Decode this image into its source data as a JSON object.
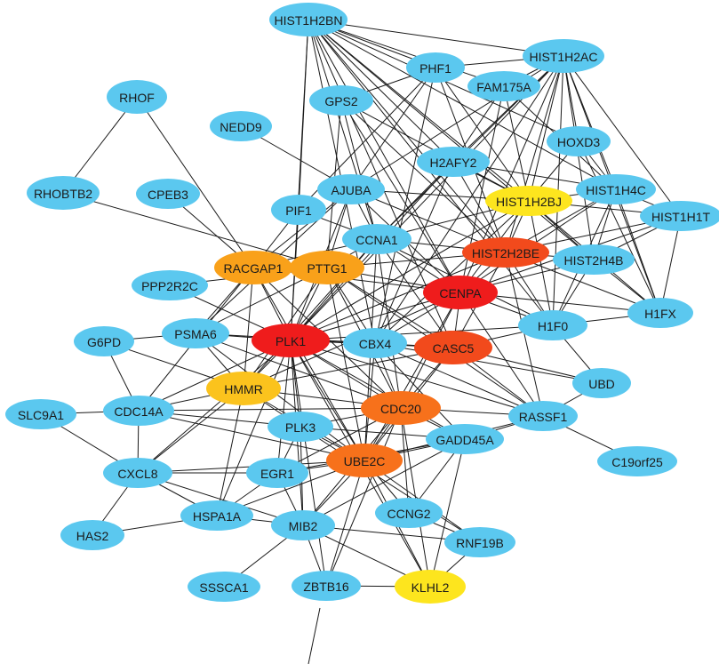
{
  "colors": {
    "default": "#5bc8ef",
    "red": "#ef1c1c",
    "red_orange": "#f24a1c",
    "orange": "#f7711b",
    "amber": "#f9a11a",
    "gold": "#fbc31d",
    "yellow": "#fde51e",
    "edge": "#1a1a1a"
  },
  "nodes": [
    {
      "id": "HIST1H2BN",
      "label": "HIST1H2BN",
      "color": "default"
    },
    {
      "id": "HIST1H2AC",
      "label": "HIST1H2AC",
      "color": "default"
    },
    {
      "id": "PHF1",
      "label": "PHF1",
      "color": "default"
    },
    {
      "id": "FAM175A",
      "label": "FAM175A",
      "color": "default"
    },
    {
      "id": "RHOF",
      "label": "RHOF",
      "color": "default"
    },
    {
      "id": "GPS2",
      "label": "GPS2",
      "color": "default"
    },
    {
      "id": "NEDD9",
      "label": "NEDD9",
      "color": "default"
    },
    {
      "id": "HOXD3",
      "label": "HOXD3",
      "color": "default"
    },
    {
      "id": "H2AFY2",
      "label": "H2AFY2",
      "color": "default"
    },
    {
      "id": "RHOBTB2",
      "label": "RHOBTB2",
      "color": "default"
    },
    {
      "id": "CPEB3",
      "label": "CPEB3",
      "color": "default"
    },
    {
      "id": "AJUBA",
      "label": "AJUBA",
      "color": "default"
    },
    {
      "id": "HIST1H4C",
      "label": "HIST1H4C",
      "color": "default"
    },
    {
      "id": "HIST1H2BJ",
      "label": "HIST1H2BJ",
      "color": "yellow"
    },
    {
      "id": "PIF1",
      "label": "PIF1",
      "color": "default"
    },
    {
      "id": "HIST1H1T",
      "label": "HIST1H1T",
      "color": "default"
    },
    {
      "id": "CCNA1",
      "label": "CCNA1",
      "color": "default"
    },
    {
      "id": "HIST2H2BE",
      "label": "HIST2H2BE",
      "color": "red_orange"
    },
    {
      "id": "RACGAP1",
      "label": "RACGAP1",
      "color": "amber"
    },
    {
      "id": "PTTG1",
      "label": "PTTG1",
      "color": "amber"
    },
    {
      "id": "HIST2H4B",
      "label": "HIST2H4B",
      "color": "default"
    },
    {
      "id": "PPP2R2C",
      "label": "PPP2R2C",
      "color": "default"
    },
    {
      "id": "CENPA",
      "label": "CENPA",
      "color": "red"
    },
    {
      "id": "H1FX",
      "label": "H1FX",
      "color": "default"
    },
    {
      "id": "PSMA6",
      "label": "PSMA6",
      "color": "default"
    },
    {
      "id": "H1F0",
      "label": "H1F0",
      "color": "default"
    },
    {
      "id": "G6PD",
      "label": "G6PD",
      "color": "default"
    },
    {
      "id": "PLK1",
      "label": "PLK1",
      "color": "red"
    },
    {
      "id": "CBX4",
      "label": "CBX4",
      "color": "default"
    },
    {
      "id": "CASC5",
      "label": "CASC5",
      "color": "red_orange"
    },
    {
      "id": "UBD",
      "label": "UBD",
      "color": "default"
    },
    {
      "id": "HMMR",
      "label": "HMMR",
      "color": "gold"
    },
    {
      "id": "SLC9A1",
      "label": "SLC9A1",
      "color": "default"
    },
    {
      "id": "CDC14A",
      "label": "CDC14A",
      "color": "default"
    },
    {
      "id": "CDC20",
      "label": "CDC20",
      "color": "orange"
    },
    {
      "id": "RASSF1",
      "label": "RASSF1",
      "color": "default"
    },
    {
      "id": "PLK3",
      "label": "PLK3",
      "color": "default"
    },
    {
      "id": "GADD45A",
      "label": "GADD45A",
      "color": "default"
    },
    {
      "id": "C19orf25",
      "label": "C19orf25",
      "color": "default"
    },
    {
      "id": "UBE2C",
      "label": "UBE2C",
      "color": "orange"
    },
    {
      "id": "CXCL8",
      "label": "CXCL8",
      "color": "default"
    },
    {
      "id": "EGR1",
      "label": "EGR1",
      "color": "default"
    },
    {
      "id": "HSPA1A",
      "label": "HSPA1A",
      "color": "default"
    },
    {
      "id": "CCNG2",
      "label": "CCNG2",
      "color": "default"
    },
    {
      "id": "HAS2",
      "label": "HAS2",
      "color": "default"
    },
    {
      "id": "MIB2",
      "label": "MIB2",
      "color": "default"
    },
    {
      "id": "RNF19B",
      "label": "RNF19B",
      "color": "default"
    },
    {
      "id": "SSSCA1",
      "label": "SSSCA1",
      "color": "default"
    },
    {
      "id": "ZBTB16",
      "label": "ZBTB16",
      "color": "default"
    },
    {
      "id": "KLHL2",
      "label": "KLHL2",
      "color": "yellow"
    }
  ],
  "edges": [
    [
      "RHOF",
      "RHOBTB2"
    ],
    [
      "RHOF",
      "RACGAP1"
    ],
    [
      "RHOBTB2",
      "PTTG1"
    ],
    [
      "CPEB3",
      "RACGAP1"
    ],
    [
      "NEDD9",
      "AJUBA"
    ],
    [
      "HIST1H2BN",
      "HIST1H2AC"
    ],
    [
      "HIST1H2BN",
      "PHF1"
    ],
    [
      "HIST1H2BN",
      "FAM175A"
    ],
    [
      "HIST1H2BN",
      "HIST1H4C"
    ],
    [
      "HIST1H2BN",
      "HIST1H2BJ"
    ],
    [
      "HIST1H2BN",
      "HIST2H2BE"
    ],
    [
      "HIST1H2BN",
      "CENPA"
    ],
    [
      "HIST1H2BN",
      "PLK1"
    ],
    [
      "HIST1H2BN",
      "H2AFY2"
    ],
    [
      "HIST1H2BN",
      "HIST2H4B"
    ],
    [
      "HIST1H2BN",
      "H1F0"
    ],
    [
      "HIST1H2BN",
      "CCNA1"
    ],
    [
      "HIST1H2BN",
      "CASC5"
    ],
    [
      "HIST1H2BN",
      "HOXD3"
    ],
    [
      "HIST1H2BN",
      "CBX4"
    ],
    [
      "HIST1H2AC",
      "PHF1"
    ],
    [
      "HIST1H2AC",
      "FAM175A"
    ],
    [
      "HIST1H2AC",
      "HIST1H2BJ"
    ],
    [
      "HIST1H2AC",
      "HIST1H4C"
    ],
    [
      "HIST1H2AC",
      "HIST1H1T"
    ],
    [
      "HIST1H2AC",
      "HIST2H2BE"
    ],
    [
      "HIST1H2AC",
      "HIST2H4B"
    ],
    [
      "HIST1H2AC",
      "CENPA"
    ],
    [
      "HIST1H2AC",
      "H1F0"
    ],
    [
      "HIST1H2AC",
      "H1FX"
    ],
    [
      "HIST1H2AC",
      "PLK1"
    ],
    [
      "HIST1H2AC",
      "HOXD3"
    ],
    [
      "HIST1H2AC",
      "CBX4"
    ],
    [
      "HIST1H2AC",
      "CCNA1"
    ],
    [
      "HIST1H2AC",
      "H2AFY2"
    ],
    [
      "HIST1H2AC",
      "AJUBA"
    ],
    [
      "PHF1",
      "GPS2"
    ],
    [
      "PHF1",
      "PIF1"
    ],
    [
      "PHF1",
      "HIST2H2BE"
    ],
    [
      "PHF1",
      "HIST1H2BJ"
    ],
    [
      "PHF1",
      "CBX4"
    ],
    [
      "PHF1",
      "AJUBA"
    ],
    [
      "FAM175A",
      "HIST1H2BJ"
    ],
    [
      "FAM175A",
      "HIST1H4C"
    ],
    [
      "FAM175A",
      "CENPA"
    ],
    [
      "FAM175A",
      "H2AFY2"
    ],
    [
      "GPS2",
      "CCNA1"
    ],
    [
      "GPS2",
      "PTTG1"
    ],
    [
      "GPS2",
      "HIST2H2BE"
    ],
    [
      "GPS2",
      "CENPA"
    ],
    [
      "GPS2",
      "HIST1H2BJ"
    ],
    [
      "HOXD3",
      "HIST1H4C"
    ],
    [
      "HOXD3",
      "HIST1H2BJ"
    ],
    [
      "HOXD3",
      "H1FX"
    ],
    [
      "H2AFY2",
      "HIST1H4C"
    ],
    [
      "H2AFY2",
      "HIST1H2BJ"
    ],
    [
      "H2AFY2",
      "CCNA1"
    ],
    [
      "H2AFY2",
      "HIST2H2BE"
    ],
    [
      "H2AFY2",
      "PLK1"
    ],
    [
      "H2AFY2",
      "CBX4"
    ],
    [
      "AJUBA",
      "HIST1H2BJ"
    ],
    [
      "AJUBA",
      "PLK1"
    ],
    [
      "AJUBA",
      "CCNA1"
    ],
    [
      "AJUBA",
      "PTTG1"
    ],
    [
      "AJUBA",
      "RACGAP1"
    ],
    [
      "AJUBA",
      "HIST2H2BE"
    ],
    [
      "AJUBA",
      "CENPA"
    ],
    [
      "AJUBA",
      "PSMA6"
    ],
    [
      "HIST1H2BJ",
      "HIST1H4C"
    ],
    [
      "HIST1H2BJ",
      "HIST1H1T"
    ],
    [
      "HIST1H2BJ",
      "HIST2H2BE"
    ],
    [
      "HIST1H2BJ",
      "HIST2H4B"
    ],
    [
      "HIST1H2BJ",
      "CENPA"
    ],
    [
      "HIST1H2BJ",
      "H1F0"
    ],
    [
      "HIST1H2BJ",
      "H1FX"
    ],
    [
      "HIST1H2BJ",
      "CCNA1"
    ],
    [
      "HIST1H2BJ",
      "PLK1"
    ],
    [
      "HIST1H2BJ",
      "CBX4"
    ],
    [
      "HIST1H4C",
      "HIST1H1T"
    ],
    [
      "HIST1H4C",
      "HIST2H2BE"
    ],
    [
      "HIST1H4C",
      "HIST2H4B"
    ],
    [
      "HIST1H4C",
      "CENPA"
    ],
    [
      "HIST1H4C",
      "H1FX"
    ],
    [
      "HIST1H4C",
      "H1F0"
    ],
    [
      "HIST1H1T",
      "HIST2H4B"
    ],
    [
      "HIST1H1T",
      "H1FX"
    ],
    [
      "HIST1H1T",
      "CENPA"
    ],
    [
      "HIST1H1T",
      "HIST2H2BE"
    ],
    [
      "PIF1",
      "PLK1"
    ],
    [
      "PIF1",
      "RACGAP1"
    ],
    [
      "PIF1",
      "CCNA1"
    ],
    [
      "PIF1",
      "HIST1H2BN"
    ],
    [
      "CCNA1",
      "PTTG1"
    ],
    [
      "CCNA1",
      "HIST2H2BE"
    ],
    [
      "CCNA1",
      "CENPA"
    ],
    [
      "CCNA1",
      "PLK1"
    ],
    [
      "CCNA1",
      "CDC20"
    ],
    [
      "CCNA1",
      "CASC5"
    ],
    [
      "CCNA1",
      "RACGAP1"
    ],
    [
      "CCNA1",
      "H1F0"
    ],
    [
      "CCNA1",
      "HMMR"
    ],
    [
      "CCNA1",
      "UBE2C"
    ],
    [
      "HIST2H2BE",
      "HIST2H4B"
    ],
    [
      "HIST2H2BE",
      "CENPA"
    ],
    [
      "HIST2H2BE",
      "H1F0"
    ],
    [
      "HIST2H2BE",
      "H1FX"
    ],
    [
      "HIST2H2BE",
      "PLK1"
    ],
    [
      "HIST2H2BE",
      "PTTG1"
    ],
    [
      "HIST2H2BE",
      "CASC5"
    ],
    [
      "RACGAP1",
      "PTTG1"
    ],
    [
      "RACGAP1",
      "PLK1"
    ],
    [
      "RACGAP1",
      "PSMA6"
    ],
    [
      "RACGAP1",
      "HMMR"
    ],
    [
      "RACGAP1",
      "CDC20"
    ],
    [
      "RACGAP1",
      "UBE2C"
    ],
    [
      "RACGAP1",
      "CENPA"
    ],
    [
      "RACGAP1",
      "CDC14A"
    ],
    [
      "PTTG1",
      "PLK1"
    ],
    [
      "PTTG1",
      "CENPA"
    ],
    [
      "PTTG1",
      "CDC20"
    ],
    [
      "PTTG1",
      "CASC5"
    ],
    [
      "PTTG1",
      "UBE2C"
    ],
    [
      "PTTG1",
      "HMMR"
    ],
    [
      "PTTG1",
      "PSMA6"
    ],
    [
      "PTTG1",
      "CBX4"
    ],
    [
      "PTTG1",
      "RASSF1"
    ],
    [
      "HIST2H4B",
      "CENPA"
    ],
    [
      "HIST2H4B",
      "H1F0"
    ],
    [
      "HIST2H4B",
      "H1FX"
    ],
    [
      "PPP2R2C",
      "PLK1"
    ],
    [
      "PPP2R2C",
      "PTTG1"
    ],
    [
      "CENPA",
      "H1F0"
    ],
    [
      "CENPA",
      "H1FX"
    ],
    [
      "CENPA",
      "PLK1"
    ],
    [
      "CENPA",
      "CASC5"
    ],
    [
      "CENPA",
      "CDC20"
    ],
    [
      "CENPA",
      "CBX4"
    ],
    [
      "CENPA",
      "UBE2C"
    ],
    [
      "CENPA",
      "HMMR"
    ],
    [
      "CENPA",
      "RASSF1"
    ],
    [
      "H1F0",
      "H1FX"
    ],
    [
      "H1F0",
      "UBD"
    ],
    [
      "H1F0",
      "CASC5"
    ],
    [
      "H1F0",
      "PLK1"
    ],
    [
      "PSMA6",
      "PLK1"
    ],
    [
      "PSMA6",
      "CDC20"
    ],
    [
      "PSMA6",
      "UBE2C"
    ],
    [
      "PSMA6",
      "HMMR"
    ],
    [
      "PSMA6",
      "CBX4"
    ],
    [
      "PSMA6",
      "G6PD"
    ],
    [
      "G6PD",
      "HMMR"
    ],
    [
      "G6PD",
      "CDC14A"
    ],
    [
      "PLK1",
      "CBX4"
    ],
    [
      "PLK1",
      "CASC5"
    ],
    [
      "PLK1",
      "HMMR"
    ],
    [
      "PLK1",
      "CDC20"
    ],
    [
      "PLK1",
      "CDC14A"
    ],
    [
      "PLK1",
      "PLK3"
    ],
    [
      "PLK1",
      "UBE2C"
    ],
    [
      "PLK1",
      "GADD45A"
    ],
    [
      "PLK1",
      "RASSF1"
    ],
    [
      "PLK1",
      "EGR1"
    ],
    [
      "PLK1",
      "CXCL8"
    ],
    [
      "PLK1",
      "HSPA1A"
    ],
    [
      "PLK1",
      "MIB2"
    ],
    [
      "PLK1",
      "ZBTB16"
    ],
    [
      "PLK1",
      "KLHL2"
    ],
    [
      "CBX4",
      "CASC5"
    ],
    [
      "CBX4",
      "CDC20"
    ],
    [
      "CBX4",
      "UBE2C"
    ],
    [
      "CBX4",
      "RASSF1"
    ],
    [
      "CBX4",
      "GADD45A"
    ],
    [
      "CBX4",
      "UBD"
    ],
    [
      "CASC5",
      "CDC20"
    ],
    [
      "CASC5",
      "UBE2C"
    ],
    [
      "CASC5",
      "RASSF1"
    ],
    [
      "CASC5",
      "UBD"
    ],
    [
      "CASC5",
      "HMMR"
    ],
    [
      "HMMR",
      "CDC20"
    ],
    [
      "HMMR",
      "UBE2C"
    ],
    [
      "HMMR",
      "CDC14A"
    ],
    [
      "HMMR",
      "PLK3"
    ],
    [
      "HMMR",
      "CXCL8"
    ],
    [
      "HMMR",
      "HSPA1A"
    ],
    [
      "SLC9A1",
      "CDC14A"
    ],
    [
      "SLC9A1",
      "CXCL8"
    ],
    [
      "CDC14A",
      "CDC20"
    ],
    [
      "CDC14A",
      "PLK3"
    ],
    [
      "CDC14A",
      "CXCL8"
    ],
    [
      "CDC14A",
      "UBE2C"
    ],
    [
      "CDC20",
      "UBE2C"
    ],
    [
      "CDC20",
      "PLK3"
    ],
    [
      "CDC20",
      "GADD45A"
    ],
    [
      "CDC20",
      "RASSF1"
    ],
    [
      "CDC20",
      "EGR1"
    ],
    [
      "CDC20",
      "MIB2"
    ],
    [
      "CDC20",
      "ZBTB16"
    ],
    [
      "CDC20",
      "KLHL2"
    ],
    [
      "CDC20",
      "CCNG2"
    ],
    [
      "RASSF1",
      "C19orf25"
    ],
    [
      "RASSF1",
      "GADD45A"
    ],
    [
      "RASSF1",
      "UBE2C"
    ],
    [
      "RASSF1",
      "HIST2H2BE"
    ],
    [
      "PLK3",
      "UBE2C"
    ],
    [
      "PLK3",
      "GADD45A"
    ],
    [
      "PLK3",
      "EGR1"
    ],
    [
      "PLK3",
      "MIB2"
    ],
    [
      "PLK3",
      "RNF19B"
    ],
    [
      "GADD45A",
      "UBE2C"
    ],
    [
      "GADD45A",
      "CCNG2"
    ],
    [
      "GADD45A",
      "EGR1"
    ],
    [
      "GADD45A",
      "KLHL2"
    ],
    [
      "GADD45A",
      "MIB2"
    ],
    [
      "UBE2C",
      "EGR1"
    ],
    [
      "UBE2C",
      "CCNG2"
    ],
    [
      "UBE2C",
      "MIB2"
    ],
    [
      "UBE2C",
      "RNF19B"
    ],
    [
      "UBE2C",
      "ZBTB16"
    ],
    [
      "UBE2C",
      "KLHL2"
    ],
    [
      "UBE2C",
      "CXCL8"
    ],
    [
      "UBE2C",
      "HSPA1A"
    ],
    [
      "CXCL8",
      "EGR1"
    ],
    [
      "CXCL8",
      "HSPA1A"
    ],
    [
      "CXCL8",
      "HAS2"
    ],
    [
      "CXCL8",
      "MIB2"
    ],
    [
      "EGR1",
      "HSPA1A"
    ],
    [
      "EGR1",
      "MIB2"
    ],
    [
      "HSPA1A",
      "HAS2"
    ],
    [
      "HSPA1A",
      "MIB2"
    ],
    [
      "CCNG2",
      "RNF19B"
    ],
    [
      "MIB2",
      "RNF19B"
    ],
    [
      "MIB2",
      "SSSCA1"
    ],
    [
      "MIB2",
      "ZBTB16"
    ],
    [
      "MIB2",
      "KLHL2"
    ],
    [
      "ZBTB16",
      "KLHL2"
    ],
    [
      "RNF19B",
      "KLHL2"
    ],
    [
      "UBD",
      "RASSF1"
    ]
  ]
}
